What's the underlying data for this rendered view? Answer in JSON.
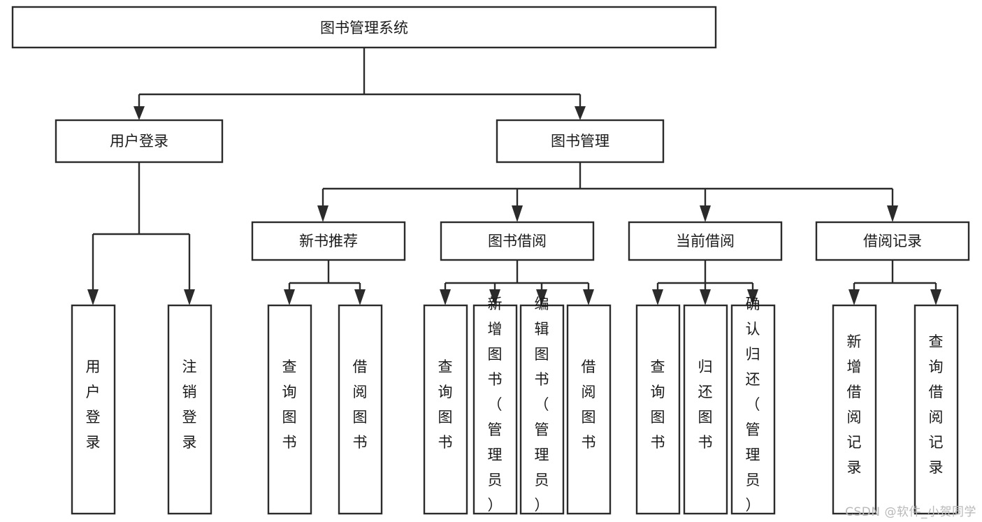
{
  "diagram": {
    "title": "图书管理系统",
    "type": "tree-hierarchy-diagram",
    "watermark": "CSDN @软件_小贺同学",
    "colors": {
      "box_stroke": "#2b2b2b",
      "box_fill": "#ffffff",
      "text": "#1a1a1a",
      "connector": "#2b2b2b",
      "watermark": "#b9b9b9",
      "background": "#ffffff"
    },
    "levels": {
      "root": {
        "label": "图书管理系统"
      },
      "level1": [
        {
          "label": "用户登录"
        },
        {
          "label": "图书管理"
        }
      ],
      "level2": [
        {
          "label": "新书推荐"
        },
        {
          "label": "图书借阅"
        },
        {
          "label": "当前借阅"
        },
        {
          "label": "借阅记录"
        }
      ],
      "leaves": {
        "user_login": [
          {
            "label": "用户登录"
          },
          {
            "label": "注销登录"
          }
        ],
        "new_book_recommend": [
          {
            "label": "查询图书"
          },
          {
            "label": "借阅图书"
          }
        ],
        "book_borrow": [
          {
            "label": "查询图书"
          },
          {
            "label": "新增图书（管理员）"
          },
          {
            "label": "编辑图书（管理员）"
          },
          {
            "label": "借阅图书"
          }
        ],
        "current_borrow": [
          {
            "label": "查询图书"
          },
          {
            "label": "归还图书"
          },
          {
            "label": "确认归还（管理员）"
          }
        ],
        "borrow_record": [
          {
            "label": "新增借阅记录"
          },
          {
            "label": "查询借阅记录"
          }
        ]
      }
    }
  }
}
